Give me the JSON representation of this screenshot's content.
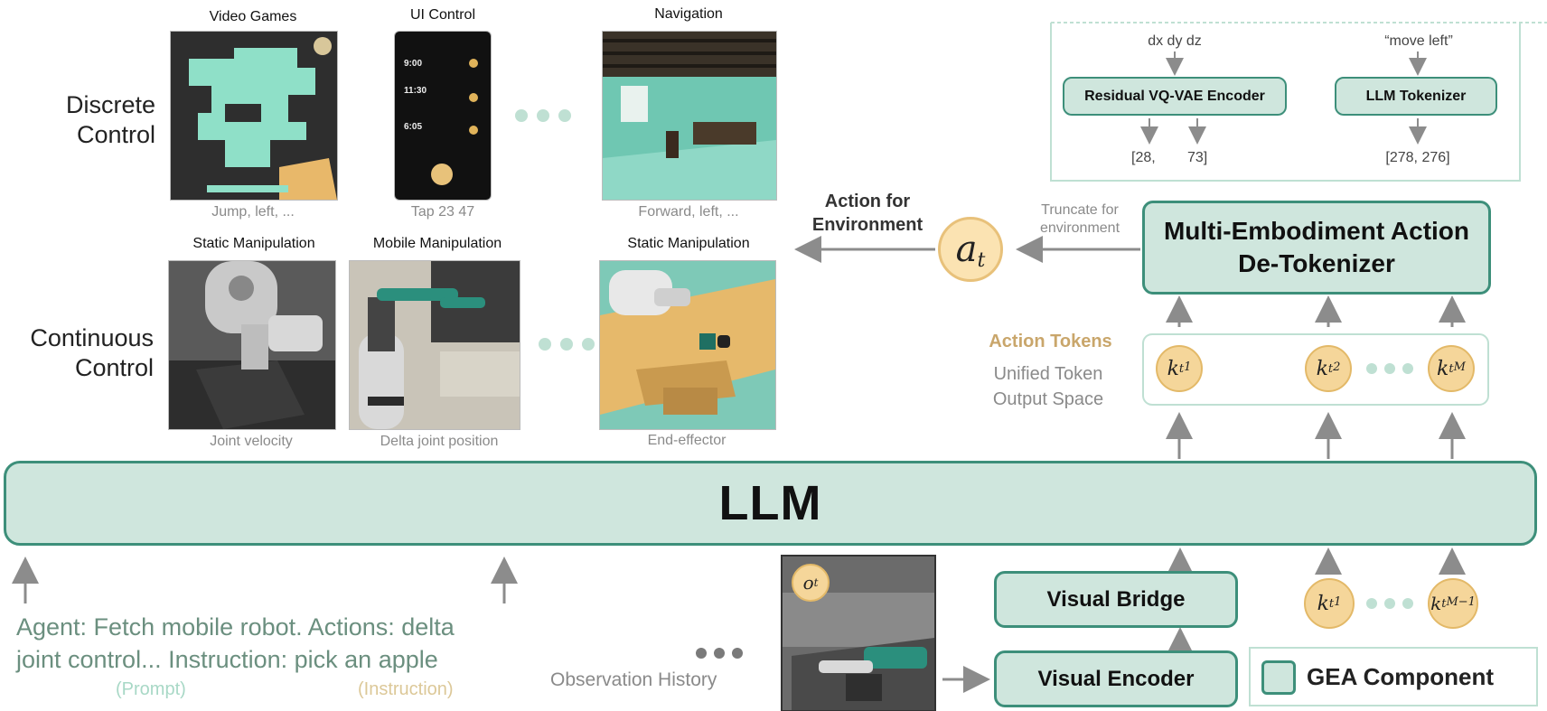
{
  "row_labels": {
    "discrete": "Discrete\nControl",
    "continuous": "Continuous\nControl"
  },
  "top_panels": [
    {
      "title": "Video Games",
      "caption": "Jump, left, ..."
    },
    {
      "title": "UI Control",
      "caption": "Tap 23 47"
    },
    {
      "title": "Navigation",
      "caption": "Forward, left, ..."
    }
  ],
  "bottom_panels": [
    {
      "title": "Static Manipulation",
      "caption": "Joint velocity"
    },
    {
      "title": "Mobile Manipulation",
      "caption": "Delta joint position"
    },
    {
      "title": "Static Manipulation",
      "caption": "End-effector"
    }
  ],
  "phone": {
    "times": [
      "9:00",
      "11:30",
      "6:05"
    ]
  },
  "action_for_env": "Action for\nEnvironment",
  "a_t": "a",
  "truncate": "Truncate for\nenvironment",
  "tokenizer_panel": {
    "left_input": "dx dy dz",
    "left_box": "Residual VQ-VAE Encoder",
    "left_out_a": "[28,",
    "left_out_b": "73]",
    "right_input": "“move left”",
    "right_box": "LLM Tokenizer",
    "right_out": "[278, 276]"
  },
  "detokenizer": "Multi-Embodiment Action\nDe-Tokenizer",
  "action_tokens": "Action Tokens",
  "unified": "Unified Token\nOutput Space",
  "llm": "LLM",
  "prompt_text": "Agent: Fetch mobile robot. Actions: delta\njoint control... Instruction: pick an apple",
  "prompt_tag": "(Prompt)",
  "instruction_tag": "(Instruction)",
  "obs_history": "Observation History",
  "o_t": "o",
  "visual_bridge": "Visual Bridge",
  "visual_encoder": "Visual Encoder",
  "legend": "GEA Component",
  "colors": {
    "teal_fill": "#cfe6dd",
    "teal_border": "#3d8f7a",
    "token_fill": "#f5d69a",
    "action_tokens": "#c9a66b",
    "prompt_text": "#6b8f7f",
    "arrow": "#8c8c8c"
  }
}
